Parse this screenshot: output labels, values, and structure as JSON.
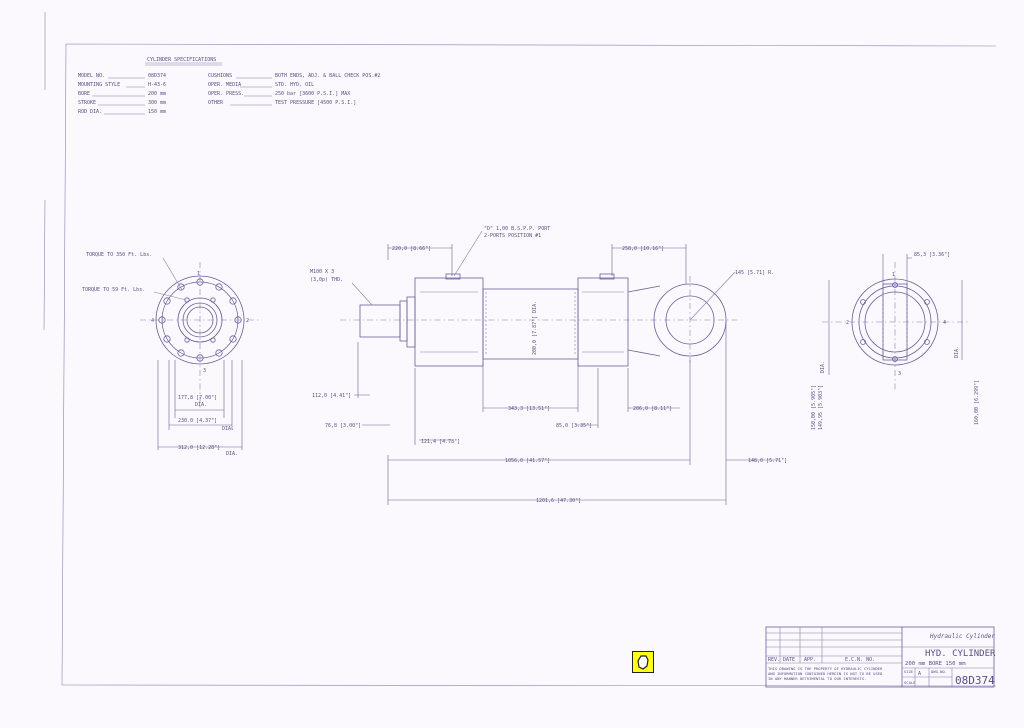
{
  "spec": {
    "title": "CYLINDER SPECIFICATIONS",
    "left": [
      {
        "label": "MODEL NO.",
        "value": "08D374"
      },
      {
        "label": "MOUNTING STYLE",
        "value": "H-43-6"
      },
      {
        "label": "BORE",
        "value": "200 mm"
      },
      {
        "label": "STROKE",
        "value": "300 mm"
      },
      {
        "label": "ROD DIA.",
        "value": "150 mm"
      }
    ],
    "right": [
      {
        "label": "CUSHIONS",
        "value": "BOTH ENDS, ADJ. & BALL CHECK POS.#2"
      },
      {
        "label": "OPER. MEDIA",
        "value": "STD. HYD. OIL"
      },
      {
        "label": "OPER. PRESS.",
        "value": "250 bar [3600 P.S.I.] MAX"
      },
      {
        "label": "OTHER",
        "value": "TEST PRESSURE [4500 P.S.I.]"
      }
    ]
  },
  "front_view": {
    "torque_350": "TORQUE TO 350 Ft. Lbs.",
    "torque_59": "TORQUE TO 59 Ft. Lbs.",
    "dim_177": "177,8 [7.00\"]",
    "dim_177_dia": "DIA.",
    "dim_230": "230.0 [4.37\"]",
    "dim_230_dia": "DIA.",
    "dim_312": "312,0 [12.28\"]",
    "dim_312_dia": "DIA.",
    "pos1": "1",
    "pos2": "2",
    "pos3": "3",
    "pos4": "4"
  },
  "side_view": {
    "port_note": "\"D\" 1,00 B.S.P.P. PORT",
    "port_note2": "2-PORTS POSITION #1",
    "dim_220": "220,0 [8.66\"]",
    "dim_258": "258,0 [10.16\"]",
    "thread": "M100 X 3",
    "thread2": "(3,0p) THD.",
    "r145": "145 [5.71] R.",
    "bore_dia": "200,0 [7.87\"] DIA.",
    "dim_112": "112,0 [4.41\"]",
    "dim_76": "76,8 [3.00\"]",
    "dim_121": "121,4 [4.78\"]",
    "dim_343": "343,3 [13.51\"]",
    "dim_85": "85,0 [3.35\"]",
    "dim_206": "206,0 [8.11\"]",
    "dim_1056": "1056,0 [41.57\"]",
    "dim_148": "148,0 [5.71\"]",
    "dim_1201": "1201,6 [47.30\"]"
  },
  "end_view": {
    "dim_85_3": "85,3 [3.36\"]",
    "dia": "DIA.",
    "dim_160": "160,00 [6.299\"]",
    "dim_150": "150,00 [5.905\"]",
    "dim_150b": "149,95 [5.903\"]",
    "pos1": "1",
    "pos2": "2",
    "pos3": "3",
    "pos4": "4"
  },
  "title_block": {
    "company": "Hydraulic Cylinder",
    "name": "HYD. CYLINDER",
    "desc": "200 mm BORE  150 mm",
    "col_rev": "REV.",
    "col_date": "DATE",
    "col_appr": "APP.",
    "col_ecn": "E.C.N. NO.",
    "disclaimer1": "THIS DRAWING IS THE PROPERTY OF HYDRAULIC CYLINDER",
    "disclaimer2": "AND INFORMATION CONTAINED HEREIN IS NOT TO BE USED",
    "disclaimer3": "IN ANY MANNER DETRIMENTAL TO OUR INTERESTS.",
    "scale_label": "SCALE",
    "size_label": "SIZE",
    "size": "A",
    "dwg_label": "DWG.NO.",
    "number": "08D374"
  },
  "colors": {
    "ink": "#5b4f86",
    "paper": "#fbf9fd",
    "marker": "#ffff1a"
  }
}
